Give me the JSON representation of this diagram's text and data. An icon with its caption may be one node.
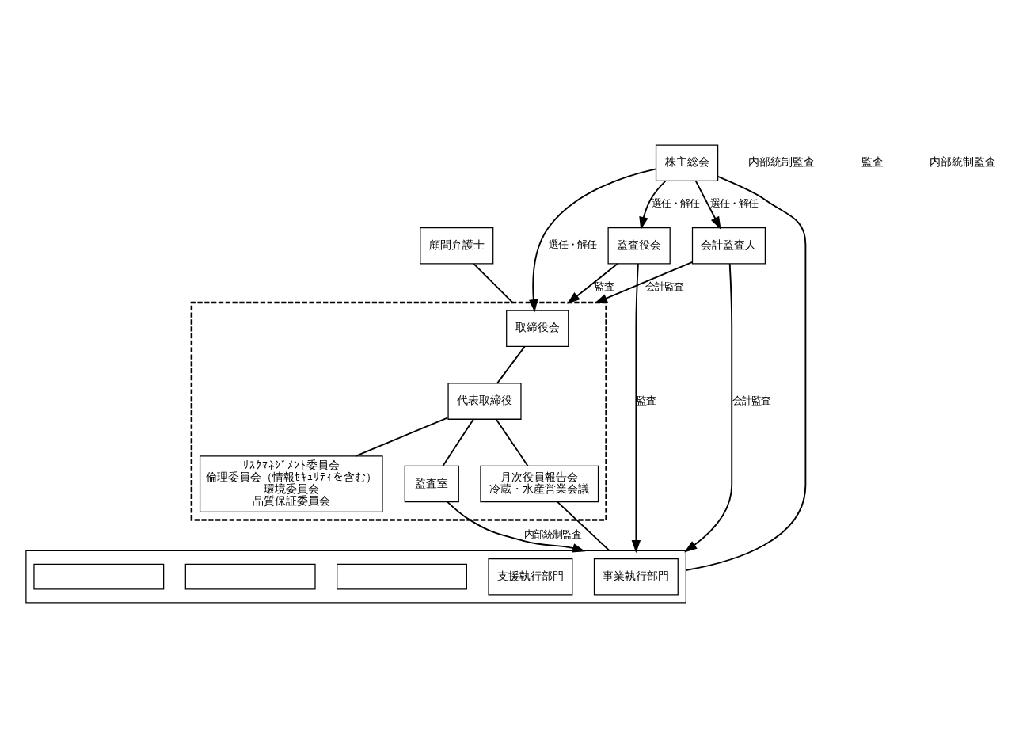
{
  "diagram": {
    "nodes": [
      {
        "text": [
          "株主総会"
        ]
      },
      {
        "text": [
          "監査役会"
        ]
      },
      {
        "text": [
          "会計監査人"
        ]
      },
      {
        "text": [],
        "shape": "box"
      },
      {
        "text": [
          "取締役会"
        ],
        "in": 3
      },
      {
        "text": [
          "代表取締役"
        ],
        "in": 3
      },
      {
        "text": [
          "ﾘｽｸﾏﾈｼﾞﾒﾝﾄ委員会",
          "倫理委員会（情報ｾｷｭﾘﾃｨを含む）",
          "環境委員会",
          "品質保証委員会"
        ],
        "in": 3
      },
      {
        "text": [
          "監査室"
        ],
        "in": 3
      },
      {
        "text": [
          "月次役員報告会",
          "冷蔵・水産営業会議"
        ],
        "in": 3
      },
      {
        "text": [
          "顧問弁護士"
        ]
      },
      {
        "text": [],
        "shape": "box"
      },
      {
        "text": [
          "事業執行部門"
        ],
        "in": 10
      },
      {
        "text": [
          "支援執行部門"
        ],
        "in": 10
      },
      {
        "text": [],
        "shape": "box",
        "in": 10
      },
      {
        "text": [],
        "shape": "box",
        "in": 10
      },
      {
        "text": [],
        "shape": "box",
        "in": 10
      }
    ],
    "edges": [
      {
        "from": 0,
        "to": 2,
        "arrow": "to",
        "label": "選任・解任"
      },
      {
        "from": 0,
        "to": 1,
        "arrow": "to",
        "label": "選任・解任"
      },
      {
        "from": 0,
        "to": 4,
        "arrow": "to",
        "label": "選任・解任"
      },
      {
        "from": 0,
        "to": 10,
        "arrow": "none"
      },
      {
        "from": 9,
        "to": 3,
        "arrow": "none"
      },
      {
        "from": 1,
        "to": 3,
        "arrow": "to",
        "label": "監査"
      },
      {
        "from": 1,
        "to": 10,
        "arrow": "to",
        "label": "監査"
      },
      {
        "from": 2,
        "to": 3,
        "arrow": "to",
        "label": "会計監査"
      },
      {
        "from": 2,
        "to": 10,
        "arrow": "to",
        "label": "会計監査"
      },
      {
        "from": 4,
        "to": 5,
        "arrow": "none"
      },
      {
        "from": 5,
        "to": 6,
        "arrow": "none"
      },
      {
        "from": 5,
        "to": 7,
        "arrow": "none"
      },
      {
        "from": 5,
        "to": 8,
        "arrow": "none"
      },
      {
        "from": 7,
        "to": 10,
        "arrow": "to",
        "label": "内部統制監査"
      },
      {
        "from": 8,
        "to": 10,
        "arrow": "none"
      }
    ],
    "labels": [
      "内部統制監査",
      "監査",
      "内部統制監査"
    ]
  }
}
